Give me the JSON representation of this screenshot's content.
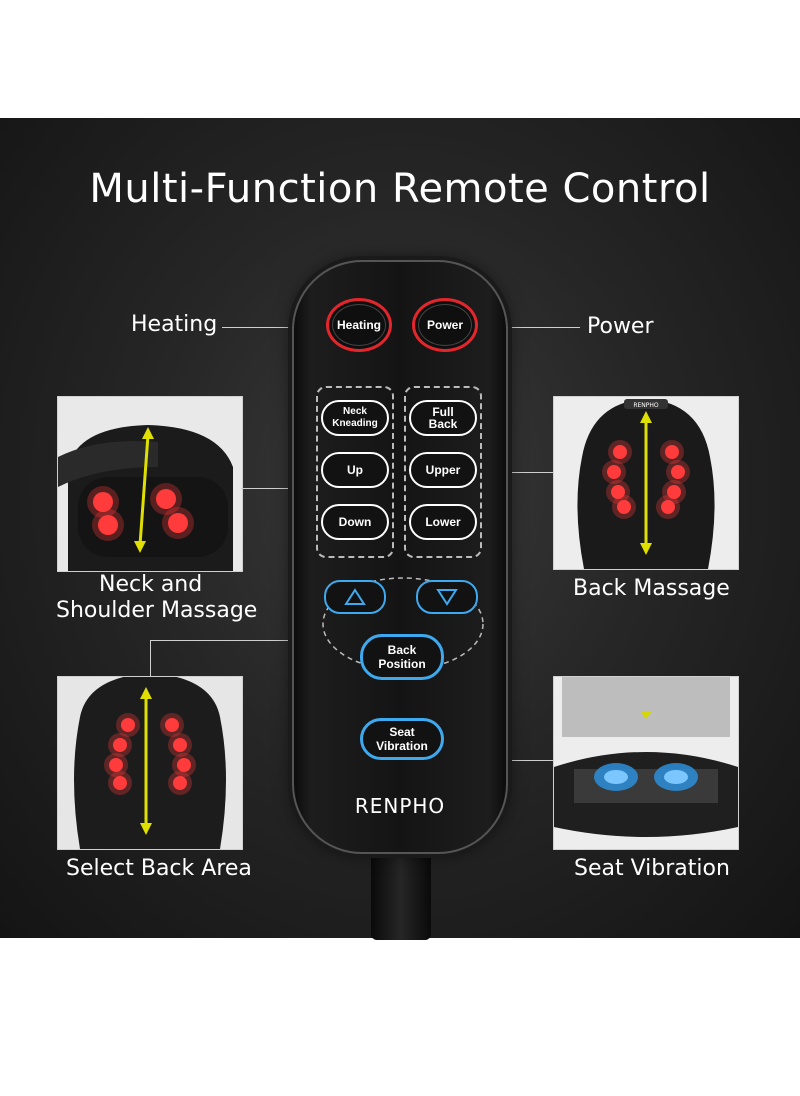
{
  "title": "Multi-Function Remote Control",
  "callouts": {
    "heating": "Heating",
    "power": "Power",
    "neck_line1": "Neck and",
    "neck_line2": "Shoulder Massage",
    "back_massage": "Back Massage",
    "select_back_area": "Select Back Area",
    "seat_vibration": "Seat Vibration"
  },
  "remote": {
    "heating_button": "Heating",
    "power_button": "Power",
    "neck_kneading_line1": "Neck",
    "neck_kneading_line2": "Kneading",
    "full_back_line1": "Full",
    "full_back_line2": "Back",
    "up": "Up",
    "upper": "Upper",
    "down": "Down",
    "lower": "Lower",
    "back_position_line1": "Back",
    "back_position_line2": "Position",
    "seat_vibration_line1": "Seat",
    "seat_vibration_line2": "Vibration",
    "brand": "RENPHO"
  },
  "thumb_logo": "RENPHO",
  "colors": {
    "red": "#e2262c",
    "blue": "#3ea9ee",
    "background": "#1c1c1c"
  }
}
